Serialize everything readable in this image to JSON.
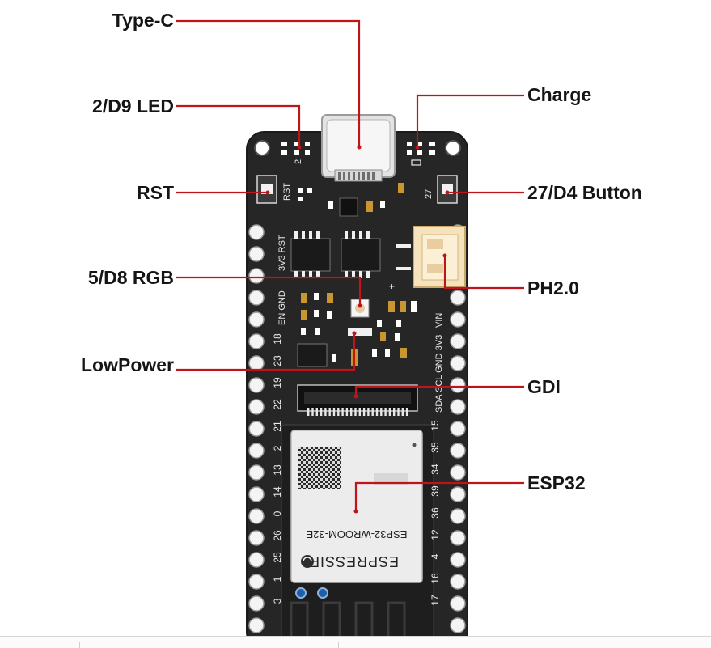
{
  "labels": {
    "type_c": "Type-C",
    "led": "2/D9 LED",
    "charge": "Charge",
    "rst": "RST",
    "button": "27/D4 Button",
    "rgb": "5/D8 RGB",
    "ph20": "PH2.0",
    "lowpower": "LowPower",
    "gdi": "GDI",
    "esp32": "ESP32"
  },
  "silkscreen": {
    "rst_button": "RST",
    "led_pin": "2",
    "user_button": "27",
    "vcc_rst": "3V3 RST",
    "en_gnd": "EN GND",
    "vin": "VIN",
    "gdi_pins": "SDA SCL GND 3V3",
    "plus": "+",
    "module_name": "ESP32-WROOM-32E",
    "brand": "ESPRESSIF",
    "left_pins": [
      "18",
      "23",
      "19",
      "22",
      "21",
      "2",
      "13",
      "14",
      "0",
      "26",
      "25",
      "1",
      "3"
    ],
    "right_pins": [
      "15",
      "35",
      "34",
      "39",
      "36",
      "12",
      "4",
      "16",
      "17"
    ]
  },
  "colors": {
    "board": "#262626",
    "board_edge": "#1a1a1a",
    "leader": "#c0141b",
    "header_pin": "#f4f4f4",
    "module": "#ececec",
    "connector": "#f6e2bd",
    "component": "#c9962f",
    "label_text": "#151515"
  }
}
